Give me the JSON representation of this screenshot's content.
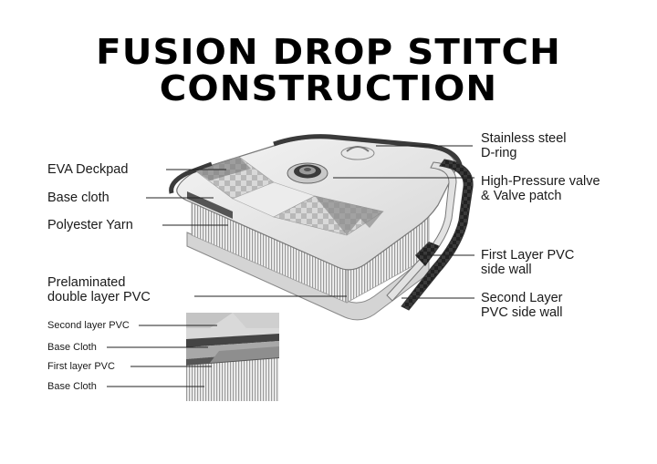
{
  "title": {
    "line1": "FUSION DROP STITCH",
    "line2": "CONSTRUCTION"
  },
  "left_labels": {
    "eva_deckpad": "EVA Deckpad",
    "base_cloth": "Base cloth",
    "polyester_yarn": "Polyester Yarn",
    "prelaminated_1": "Prelaminated",
    "prelaminated_2": "double layer PVC"
  },
  "right_labels": {
    "d_ring_1": "Stainless steel",
    "d_ring_2": "D-ring",
    "valve_1": "High-Pressure valve",
    "valve_2": "& Valve patch",
    "first_layer_1": "First Layer PVC",
    "first_layer_2": "side wall",
    "second_layer_1": "Second Layer",
    "second_layer_2": "PVC side wall"
  },
  "inset_labels": {
    "second_layer_pvc": "Second layer PVC",
    "base_cloth_top": "Base Cloth",
    "first_layer_pvc": "First layer PVC",
    "base_cloth_bottom": "Base Cloth"
  }
}
